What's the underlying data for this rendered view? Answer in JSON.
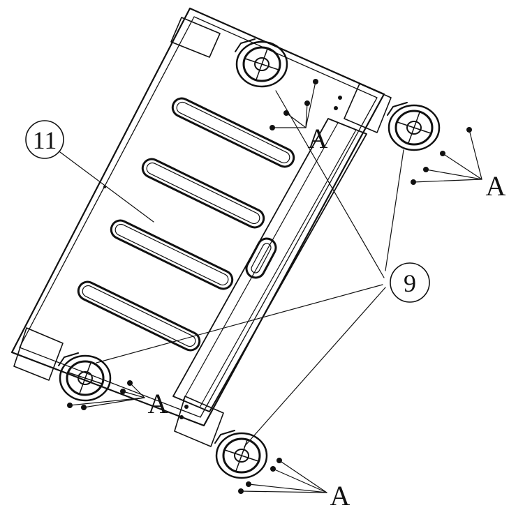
{
  "diagram": {
    "callouts": {
      "panel": "11",
      "caster": "9",
      "screw": "A"
    },
    "colors": {
      "ink": "#111111",
      "paper": "#ffffff"
    }
  }
}
